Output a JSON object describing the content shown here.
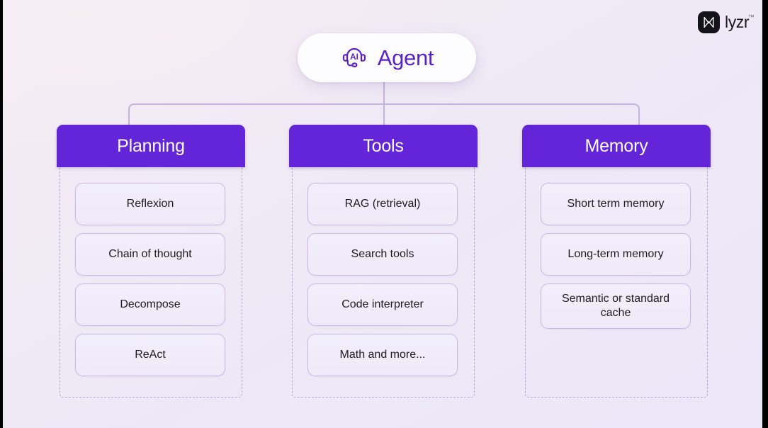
{
  "logo": {
    "mark_icon": "lyzr-butterfly-icon",
    "wordmark": "lyzr",
    "trademark": "™",
    "mark_bg": "#15131a"
  },
  "root": {
    "label": "Agent",
    "icon": "ai-headset-icon",
    "accent": "#5b21c9"
  },
  "theme": {
    "header_purple": "#6425d9",
    "card_border": "#cbb8e8",
    "dashed_border": "#b9a6d4",
    "background": "#efe9f6"
  },
  "columns": [
    {
      "title": "Planning",
      "items": [
        {
          "label": "Reflexion"
        },
        {
          "label": "Chain of thought"
        },
        {
          "label": "Decompose"
        },
        {
          "label": "ReAct"
        }
      ]
    },
    {
      "title": "Tools",
      "items": [
        {
          "label": "RAG (retrieval)"
        },
        {
          "label": "Search tools"
        },
        {
          "label": "Code interpreter"
        },
        {
          "label": "Math and more..."
        }
      ]
    },
    {
      "title": "Memory",
      "items": [
        {
          "label": "Short term memory"
        },
        {
          "label": "Long-term memory"
        },
        {
          "label": "Semantic or standard cache"
        }
      ]
    }
  ]
}
